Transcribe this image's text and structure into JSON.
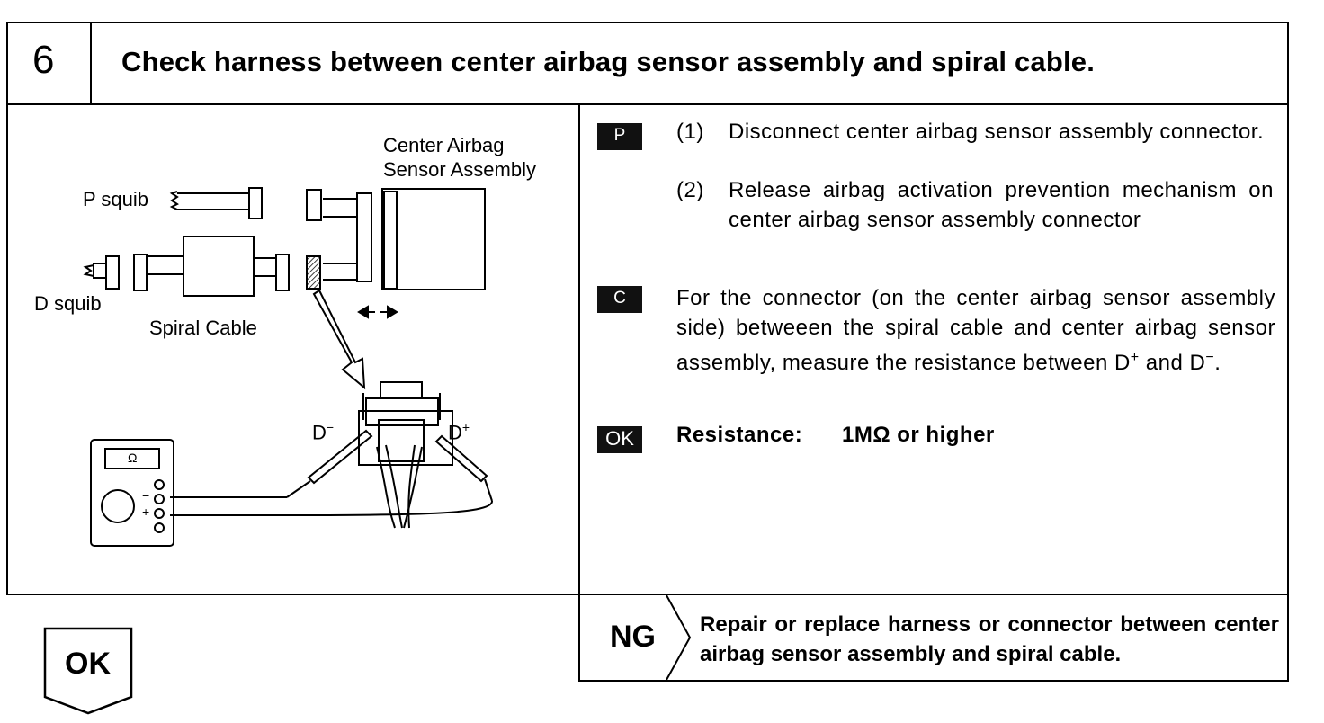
{
  "header": {
    "step_number": "6",
    "title": "Check harness between center airbag sensor assembly and spiral cable."
  },
  "diagram": {
    "labels": {
      "center_airbag": "Center Airbag",
      "sensor_assembly": "Sensor Assembly",
      "p_squib": "P squib",
      "d_squib": "D squib",
      "spiral_cable": "Spiral Cable",
      "d_minus": "D",
      "d_plus": "D",
      "minus_sup": "−",
      "plus_sup": "+",
      "ohm": "Ω",
      "meter_minus": "−",
      "meter_plus": "+"
    }
  },
  "steps": {
    "p_badge": "P",
    "p_item1_num": "(1)",
    "p_item1_text": "Disconnect center airbag sensor assembly connector.",
    "p_item2_num": "(2)",
    "p_item2_text": "Release airbag activation prevention mechanism on center airbag sensor assembly connector",
    "c_badge": "C",
    "c_text_pre": "For the connector (on the center airbag sensor assembly side) betweeen the spiral cable and center airbag sensor assembly, measure the resistance between D",
    "c_text_sup1": "+",
    "c_text_mid": " and D",
    "c_text_sup2": "−",
    "c_text_end": ".",
    "ok_badge": "OK",
    "resistance_label": "Resistance:",
    "resistance_value": "1MΩ or higher"
  },
  "ng": {
    "label": "NG",
    "text": "Repair or replace harness or connector between center airbag sensor assembly and spiral cable."
  },
  "ok_flag": "OK"
}
